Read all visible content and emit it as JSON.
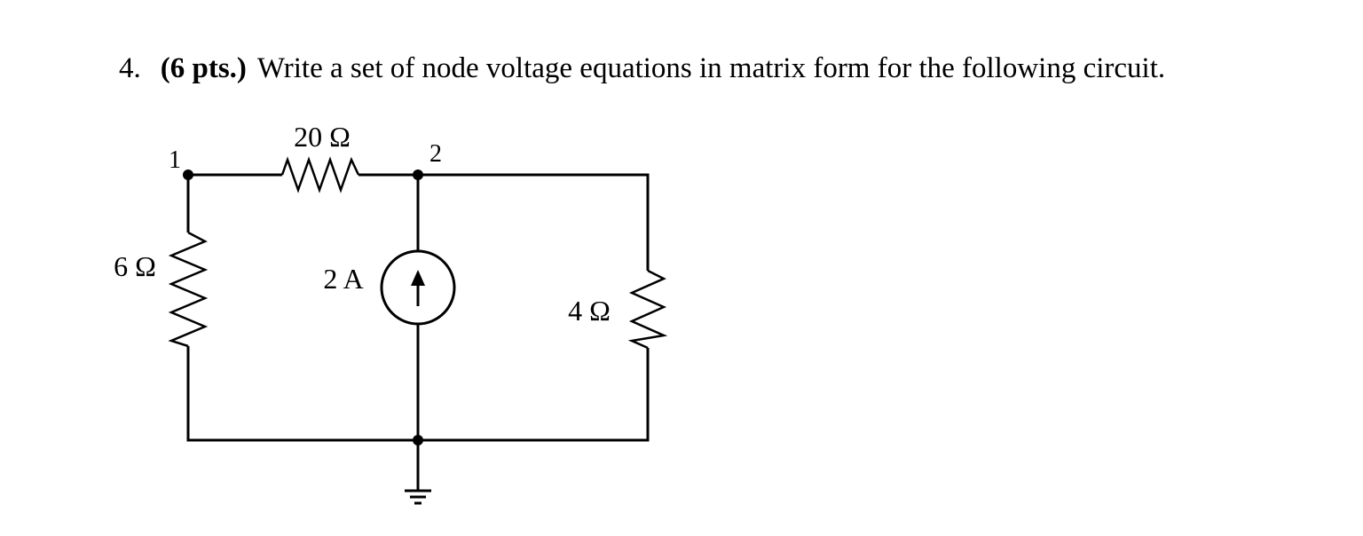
{
  "question": {
    "number": "4.",
    "points": "(6 pts.)",
    "text": "Write a set of node voltage equations in matrix form for the following circuit."
  },
  "circuit": {
    "nodes": [
      {
        "label": "1"
      },
      {
        "label": "2"
      }
    ],
    "components": {
      "r_top": {
        "label": "20 Ω"
      },
      "r_left": {
        "label": "6 Ω"
      },
      "r_right": {
        "label": "4 Ω"
      },
      "current_source": {
        "label": "2 A",
        "direction": "up"
      }
    },
    "ground_icon": "ground-symbol-icon"
  }
}
